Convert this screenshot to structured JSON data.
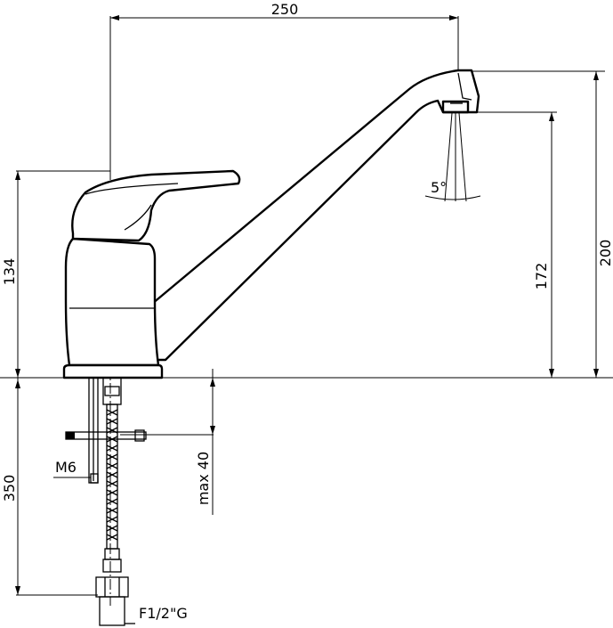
{
  "dimensions": {
    "spout_reach": "250",
    "total_height": "200",
    "spout_height": "172",
    "body_height": "134",
    "hose_length": "350",
    "max_thickness": "max 40",
    "spray_angle": "5°"
  },
  "callouts": {
    "stud_thread": "M6",
    "hose_connection": "F1/2\"G"
  }
}
